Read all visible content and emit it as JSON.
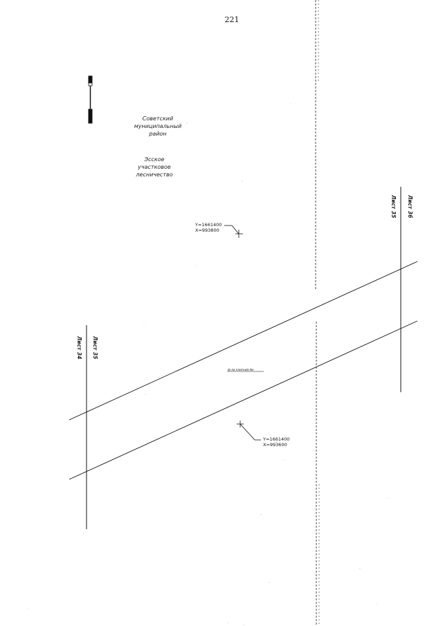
{
  "page": {
    "number": "221"
  },
  "map": {
    "district_label": [
      "Советский",
      "муниципальный",
      "район"
    ],
    "forestry_label": [
      "Эсское",
      "участковое",
      "лесничество"
    ],
    "road_label": "ф-ла плиткой-4м",
    "coordinates": [
      {
        "y": "Y=1661400",
        "x": "X=993800"
      },
      {
        "y": "Y=1661400",
        "x": "X=993600"
      }
    ],
    "sheet_labels_left": [
      "Лист 35",
      "Лист 34"
    ],
    "sheet_labels_right": [
      "Лист 36",
      "Лист 35"
    ],
    "colors": {
      "line": "#111111",
      "scan_artifact": "#777777"
    }
  }
}
